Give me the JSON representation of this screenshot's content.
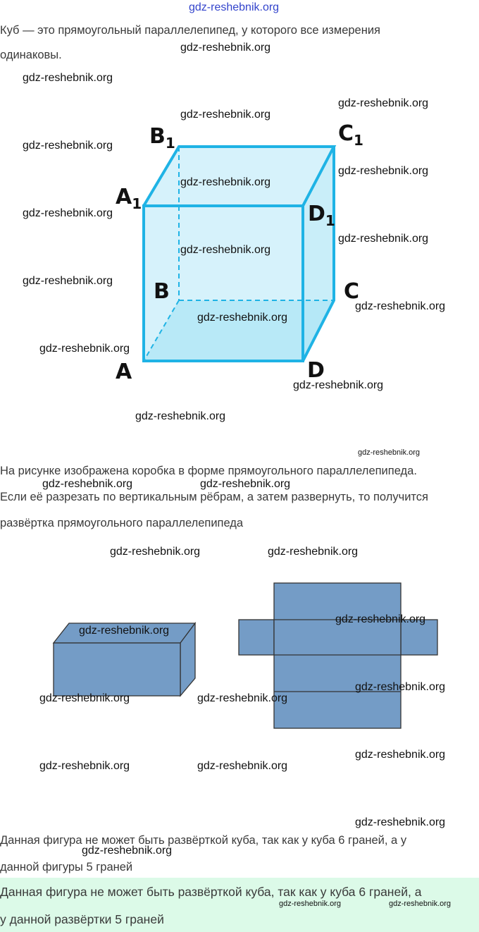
{
  "watermark": "gdz-reshebnik.org",
  "intro": {
    "line1": "Куб — это прямоугольный параллелепипед, у которого все измерения",
    "line2": "одинаковы."
  },
  "cube_labels": {
    "A": "A",
    "B": "B",
    "C": "C",
    "D": "D",
    "A1": "A",
    "B1": "B",
    "C1": "C",
    "D1": "D",
    "sub": "1"
  },
  "colors": {
    "cube_edge": "#1fb3e5",
    "cube_fill": "#d6f2fb",
    "box_fill": "#749cc6",
    "answer_bg": "#dcfae8"
  },
  "para2": {
    "line1": "На рисунке изображена коробка в форме прямоугольного параллелепипеда.",
    "line2": "Если её разрезать по вертикальным рёбрам, а затем развернуть, то получится",
    "line3": "развёртка прямоугольного параллелепипеда"
  },
  "para3": {
    "line1": "Данная фигура не может быть развёрткой куба, так как у куба 6 граней, а у",
    "line2": "данной фигуры 5 граней"
  },
  "answer": {
    "line1": "Данная фигура не может быть развёрткой куба, так как у куба 6 граней, а",
    "line2": "у данной развёртки 5 граней"
  }
}
